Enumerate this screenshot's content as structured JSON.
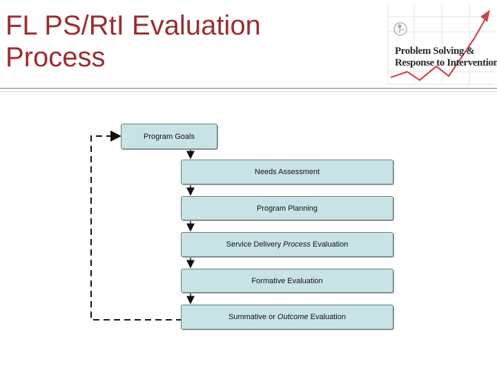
{
  "slide": {
    "title": "FL PS/RtI Evaluation\nProcess"
  },
  "logo": {
    "line1": "Problem Solving &",
    "line2": "Response to Intervention"
  },
  "diagram": {
    "steps": {
      "program_goals": "Program Goals",
      "needs_assessment": "Needs Assessment",
      "program_planning": "Program Planning",
      "service_delivery": {
        "pre": "Service Delivery ",
        "em": "Process",
        "post": " Evaluation"
      },
      "formative": "Formative Evaluation",
      "summative": {
        "pre": "Summative or ",
        "em": "Outcome",
        "post": " Evaluation"
      }
    }
  }
}
